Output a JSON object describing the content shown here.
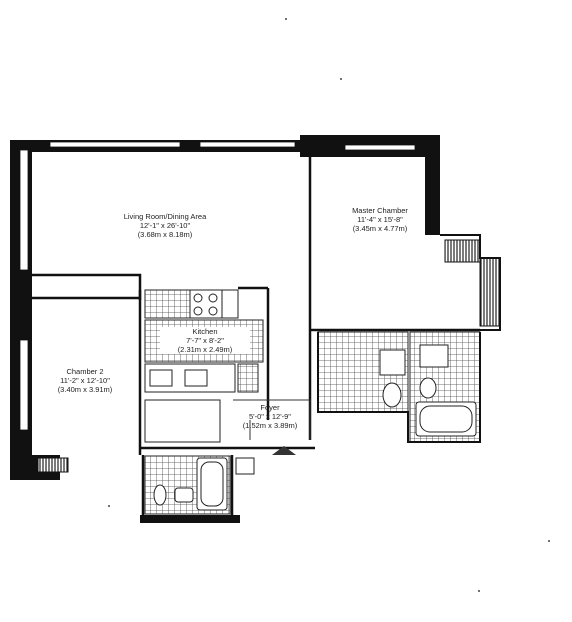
{
  "rooms": {
    "living": {
      "name": "Living Room/Dining Area",
      "dim_imperial": "12'-1\" x 26'-10\"",
      "dim_metric": "(3.68m x 8.18m)"
    },
    "master": {
      "name": "Master Chamber",
      "dim_imperial": "11'-4\" x 15'-8\"",
      "dim_metric": "(3.45m x 4.77m)"
    },
    "kitchen": {
      "name": "Kitchen",
      "dim_imperial": "7'-7\" x 8'-2\"",
      "dim_metric": "(2.31m x 2.49m)"
    },
    "chamber2": {
      "name": "Chamber 2",
      "dim_imperial": "11'-2\" x 12'-10\"",
      "dim_metric": "(3.40m x 3.91m)"
    },
    "foyer": {
      "name": "Foyer",
      "dim_imperial": "5'-0\" x 12'-9\"",
      "dim_metric": "(1.52m x 3.89m)"
    }
  },
  "colors": {
    "wall": "#111111",
    "line": "#333333",
    "hatch": "#555555",
    "paper": "#ffffff"
  },
  "icons": {
    "entry": "entry-arrow-icon"
  }
}
